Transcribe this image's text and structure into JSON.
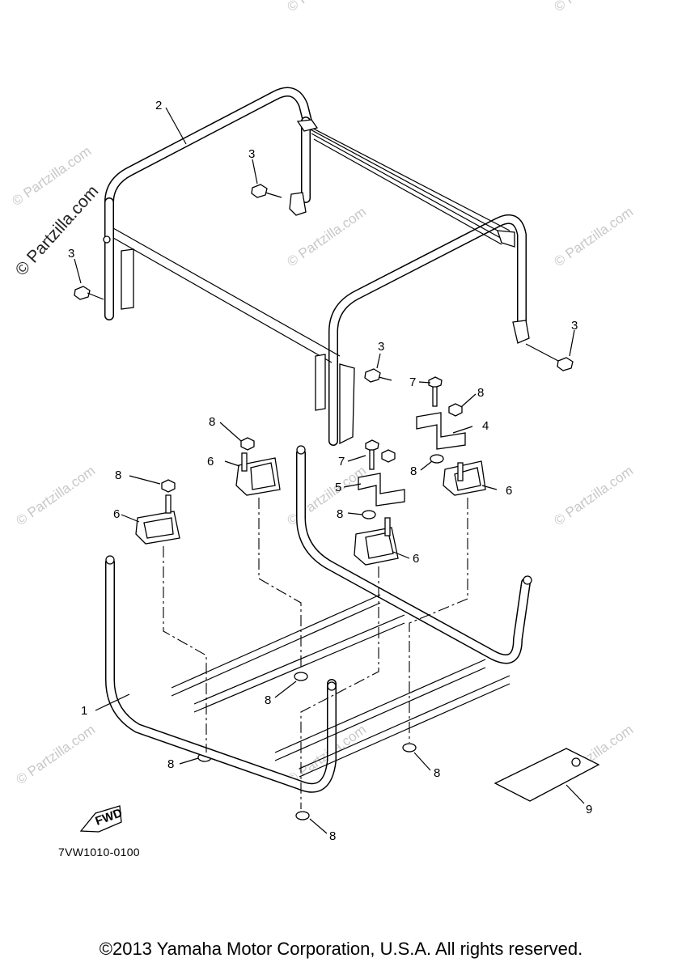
{
  "watermark": {
    "text": "© Partzilla.com"
  },
  "callouts": {
    "c1": "1",
    "c2": "2",
    "c3": "3",
    "c4": "4",
    "c5": "5",
    "c6": "6",
    "c7": "7",
    "c8": "8",
    "c9": "9"
  },
  "fwd_label": "FWD",
  "diagram_code": "7VW1010-0100",
  "copyright": "©2013 Yamaha Motor Corporation, U.S.A. All rights reserved."
}
